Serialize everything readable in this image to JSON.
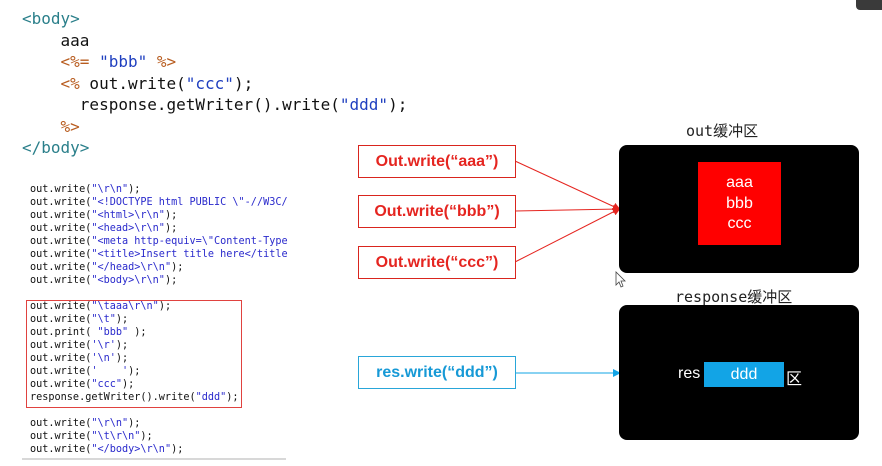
{
  "jsp": [
    {
      "parts": [
        {
          "t": "<body>",
          "c": "tag"
        }
      ]
    },
    {
      "parts": [
        {
          "t": "    aaa",
          "c": ""
        }
      ]
    },
    {
      "parts": [
        {
          "t": "    <%= ",
          "c": "jspd"
        },
        {
          "t": "\"bbb\"",
          "c": "str"
        },
        {
          "t": " %>",
          "c": "jspd"
        }
      ]
    },
    {
      "parts": [
        {
          "t": "    <%",
          "c": "jspd"
        },
        {
          "t": " out.write(",
          "c": ""
        },
        {
          "t": "\"ccc\"",
          "c": "str"
        },
        {
          "t": ");",
          "c": ""
        }
      ]
    },
    {
      "parts": [
        {
          "t": "      response.getWriter().write(",
          "c": ""
        },
        {
          "t": "\"ddd\"",
          "c": "str"
        },
        {
          "t": ");",
          "c": ""
        }
      ]
    },
    {
      "parts": [
        {
          "t": "    %>",
          "c": "jspd"
        }
      ]
    },
    {
      "parts": [
        {
          "t": "</body>",
          "c": "tag"
        }
      ]
    }
  ],
  "generated_code": [
    {
      "pre": "out.write(",
      "str": "\"\\r\\n\"",
      "post": ");"
    },
    {
      "pre": "out.write(",
      "str": "\"<!DOCTYPE html PUBLIC \\\"-//W3C/",
      "post": ""
    },
    {
      "pre": "out.write(",
      "str": "\"<html>\\r\\n\"",
      "post": ");"
    },
    {
      "pre": "out.write(",
      "str": "\"<head>\\r\\n\"",
      "post": ");"
    },
    {
      "pre": "out.write(",
      "str": "\"<meta http-equiv=\\\"Content-Type",
      "post": ""
    },
    {
      "pre": "out.write(",
      "str": "\"<title>Insert title here</title",
      "post": ""
    },
    {
      "pre": "out.write(",
      "str": "\"</head>\\r\\n\"",
      "post": ");"
    },
    {
      "pre": "out.write(",
      "str": "\"<body>\\r\\n\"",
      "post": ");"
    },
    {
      "pre": "",
      "str": "",
      "post": ""
    },
    {
      "pre": "out.write(",
      "str": "\"\\taaa\\r\\n\"",
      "post": ");"
    },
    {
      "pre": "out.write(",
      "str": "\"\\t\"",
      "post": ");"
    },
    {
      "pre": "out.print( ",
      "str": "\"bbb\"",
      "post": " );"
    },
    {
      "pre": "out.write(",
      "str": "'\\r'",
      "post": ");"
    },
    {
      "pre": "out.write(",
      "str": "'\\n'",
      "post": ");"
    },
    {
      "pre": "out.write(",
      "str": "'    '",
      "post": ");"
    },
    {
      "pre": "out.write(",
      "str": "\"ccc\"",
      "post": ");"
    },
    {
      "pre": "response.getWriter().write(",
      "str": "\"ddd\"",
      "post": ");"
    },
    {
      "pre": "",
      "str": "",
      "post": ""
    },
    {
      "pre": "out.write(",
      "str": "\"\\r\\n\"",
      "post": ");"
    },
    {
      "pre": "out.write(",
      "str": "\"\\t\\r\\n\"",
      "post": ");"
    },
    {
      "pre": "out.write(",
      "str": "\"</body>\\r\\n\"",
      "post": ");"
    }
  ],
  "buttons": {
    "aaa": "Out.write(“aaa”)",
    "bbb": "Out.write(“bbb”)",
    "ccc": "Out.write(“ccc”)",
    "ddd": "res.write(“ddd”)"
  },
  "out_buffer": {
    "title": "out缓冲区",
    "contents": [
      "aaa",
      "bbb",
      "ccc"
    ]
  },
  "response_buffer": {
    "title": "response缓冲区",
    "text_left": "res",
    "text_right": "区",
    "chip": "ddd"
  },
  "colors": {
    "red": "#e52520",
    "blue": "#12a4e6",
    "buffer_bg": "#000000"
  }
}
